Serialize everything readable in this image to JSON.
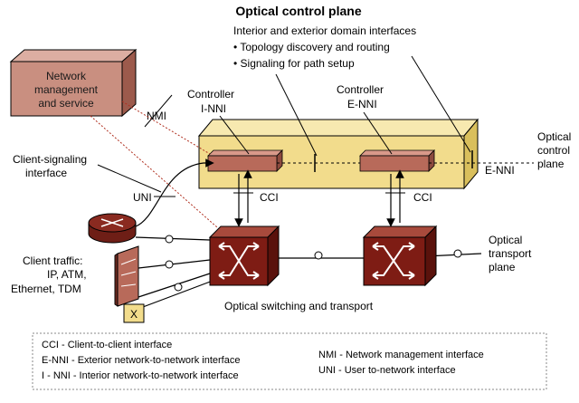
{
  "title": "Optical control plane",
  "features": {
    "heading": "Interior and exterior domain interfaces",
    "items": [
      "• Topology discovery and routing",
      "• Signaling for path setup"
    ]
  },
  "nms": [
    "Network",
    "management",
    "and service"
  ],
  "labels": {
    "nmi": "NMI",
    "inni": "I-NNI",
    "enni_top": "E-NNI",
    "enni_right": "E-NNI",
    "controller1": "Controller",
    "controller2": "Controller",
    "client_signaling": [
      "Client-signaling",
      "interface"
    ],
    "uni": "UNI",
    "cci1": "CCI",
    "cci2": "CCI",
    "optical_control_plane": [
      "Optical",
      "control",
      "plane"
    ],
    "optical_transport_plane": [
      "Optical",
      "transport",
      "plane"
    ],
    "client_traffic": [
      "Client traffic:",
      "IP, ATM,",
      "Ethernet, TDM"
    ],
    "x_box": "X",
    "switching": "Optical switching and transport"
  },
  "legend": {
    "left": [
      "CCI - Client-to-client interface",
      "E-NNI - Exterior network-to-network interface",
      "I - NNI - Interior network-to-network interface"
    ],
    "right": [
      "NMI - Network management interface",
      "UNI - User to-network interface"
    ]
  },
  "colors": {
    "control_plane": "#f2dc8c",
    "control_plane_side": "#d9bf5c",
    "controller": "#b86a5a",
    "nms_box": "#c98f80",
    "switch": "#7e1c14",
    "router": "#8a2a20",
    "dotted_red": "#b03020"
  }
}
